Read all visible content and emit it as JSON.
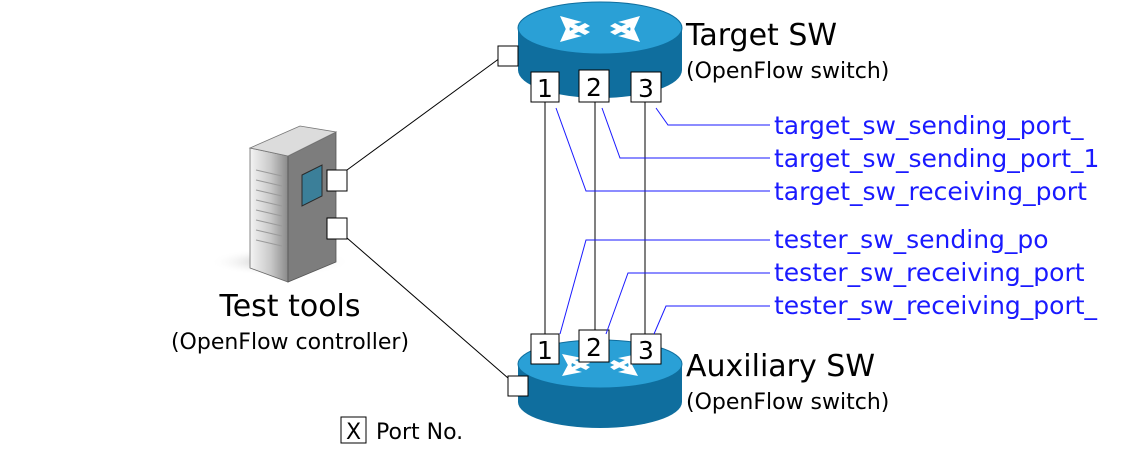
{
  "target_switch": {
    "name": "Target SW",
    "subtitle": "(OpenFlow switch)",
    "ports": [
      "1",
      "2",
      "3"
    ]
  },
  "auxiliary_switch": {
    "name": "Auxiliary SW",
    "subtitle": "(OpenFlow switch)",
    "ports": [
      "1",
      "2",
      "3"
    ]
  },
  "tester": {
    "name": "Test tools",
    "subtitle": "(OpenFlow controller)"
  },
  "callouts": {
    "target_sw_sending_port_2": "target_sw_sending_port_",
    "target_sw_sending_port_1": "target_sw_sending_port_1",
    "target_sw_receiving_port": "target_sw_receiving_port",
    "tester_sw_sending_port": "tester_sw_sending_po",
    "tester_sw_receiving_port_1": "tester_sw_receiving_port",
    "tester_sw_receiving_port_2": "tester_sw_receiving_port_"
  },
  "legend": {
    "symbol": "X",
    "label": "Port No."
  },
  "colors": {
    "switch_top": "#2aa0d6",
    "switch_side": "#0f6e9e",
    "callout": "#1a1aff"
  }
}
